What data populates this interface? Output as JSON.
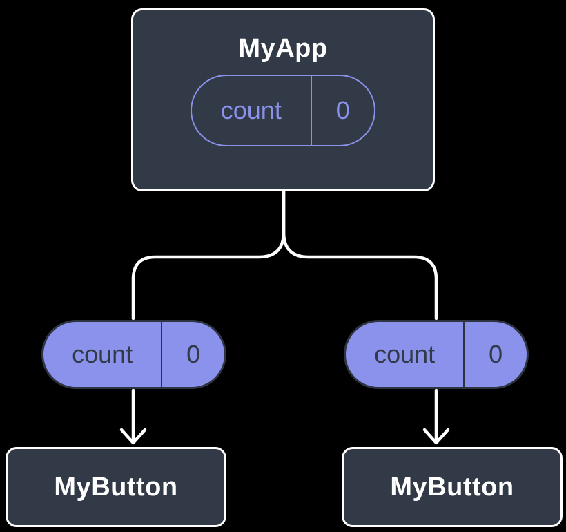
{
  "colors": {
    "background": "#000000",
    "card_fill": "#333a47",
    "card_border": "#ffffff",
    "accent_purple": "#8a92ec",
    "pill_dark_border": "#2e3440",
    "connector": "#ffffff"
  },
  "root_component": {
    "name": "MyApp",
    "state_pill": {
      "label": "count",
      "value": "0"
    }
  },
  "prop_pills": [
    {
      "label": "count",
      "value": "0"
    },
    {
      "label": "count",
      "value": "0"
    }
  ],
  "child_components": [
    {
      "name": "MyButton"
    },
    {
      "name": "MyButton"
    }
  ]
}
